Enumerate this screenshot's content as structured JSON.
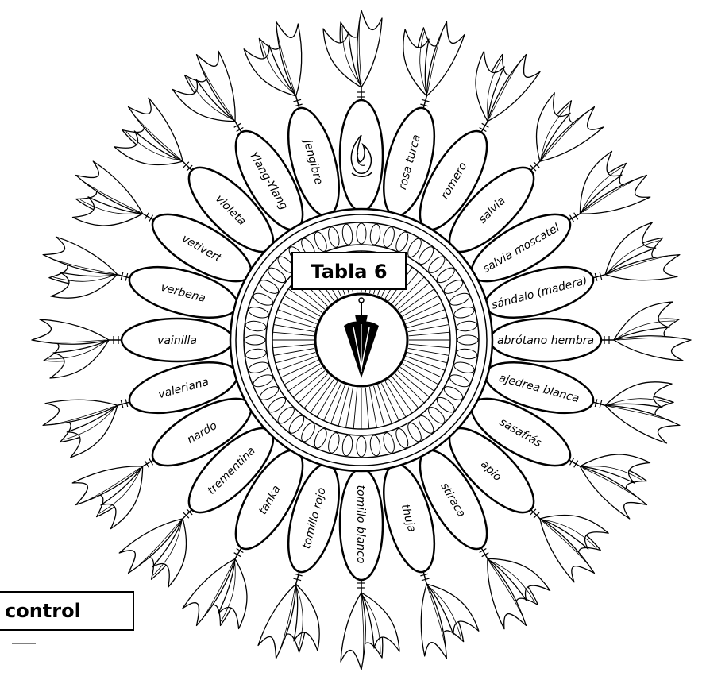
{
  "diagram": {
    "title": "Tabla 6",
    "corner_label": "control",
    "colors": {
      "stroke": "#000000",
      "fill": "#ffffff"
    },
    "center_icon": "pendulum-icon",
    "top_petal_icon": "flame-icon",
    "petals": [
      {
        "label": ""
      },
      {
        "label": "rosa turca"
      },
      {
        "label": "romero"
      },
      {
        "label": "salvia"
      },
      {
        "label": "salvia moscatel"
      },
      {
        "label": "sándalo (madera)"
      },
      {
        "label": "abrótano hembra"
      },
      {
        "label": "ajedrea blanca"
      },
      {
        "label": "sasafrás"
      },
      {
        "label": "apio"
      },
      {
        "label": "stiraca"
      },
      {
        "label": "thuja"
      },
      {
        "label": "tomillo blanco"
      },
      {
        "label": "tomillo rojo"
      },
      {
        "label": "tanka"
      },
      {
        "label": "trementina"
      },
      {
        "label": "nardo"
      },
      {
        "label": "valeriana"
      },
      {
        "label": "vainilla"
      },
      {
        "label": "verbena"
      },
      {
        "label": "vetivert"
      },
      {
        "label": "violeta"
      },
      {
        "label": "Ylang-Ylang"
      },
      {
        "label": "jengibre"
      }
    ]
  }
}
